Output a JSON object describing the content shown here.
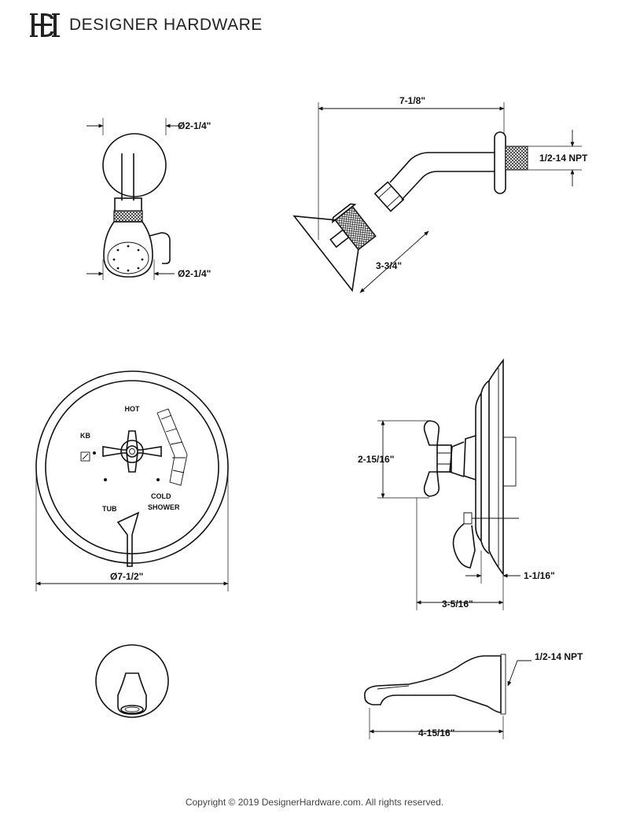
{
  "brand": {
    "name": "DESIGNER HARDWARE",
    "logo_icon": "dh-monogram-logo"
  },
  "dimensions": {
    "showerhead_front_top": "Ø2-1/4\"",
    "showerhead_front_bottom": "Ø2-1/4\"",
    "shower_arm_length": "7-1/8\"",
    "shower_arm_thread": "1/2-14 NPT",
    "showerhead_side": "3-3/4\"",
    "valve_plate_diameter": "Ø7-1/2\"",
    "handle_height": "2-15/16\"",
    "valve_projection": "3-5/16\"",
    "plate_depth": "1-1/16\"",
    "spout_thread": "1/2-14 NPT",
    "spout_length": "4-15/16\""
  },
  "valve_labels": {
    "hot": "HOT",
    "cold": "COLD",
    "tub": "TUB",
    "shower": "SHOWER",
    "mark": "KB"
  },
  "footer": {
    "copyright": "Copyright © 2019 DesignerHardware.com. All rights reserved."
  }
}
